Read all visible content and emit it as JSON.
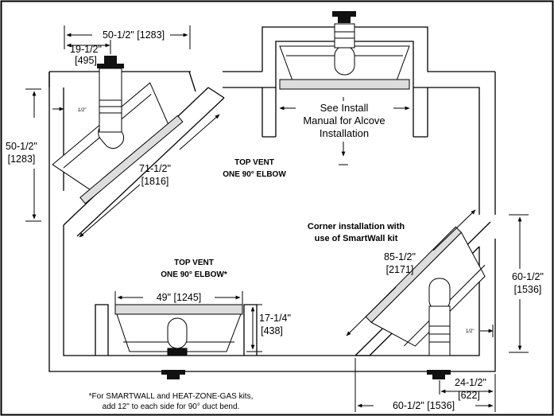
{
  "diagram": {
    "dimensions": {
      "left_top_width": "50-1/2\" [1283]",
      "left_top_offset_line1": "19-1/2\"",
      "left_top_offset_line2": "[495]",
      "left_small_gap": "1/2\"",
      "left_height_line1": "50-1/2\"",
      "left_height_line2": "[1283]",
      "left_diag_line1": "71-1/2\"",
      "left_diag_line2": "[1816]",
      "bottom_width": "49\" [1245]",
      "bottom_depth_line1": "17-1/4\"",
      "bottom_depth_line2": "[438]",
      "right_diag_line1": "85-1/2\"",
      "right_diag_line2": "[2171]",
      "right_height_line1": "60-1/2\"",
      "right_height_line2": "[1536]",
      "right_small_gap": "1/2\"",
      "right_offset_line1": "24-1/2\"",
      "right_offset_line2": "[622]",
      "right_bottom_width": "60-1/2\" [1536]"
    },
    "alcove_note": [
      "See Install",
      "Manual for Alcove",
      "Installation"
    ],
    "top_vent_label_1": [
      "TOP VENT",
      "ONE 90° ELBOW"
    ],
    "top_vent_label_2": [
      "TOP VENT",
      "ONE 90° ELBOW*"
    ],
    "corner_note": [
      "Corner installation with",
      "use of SmartWall kit"
    ],
    "footnote": [
      "*For SMARTWALL and HEAT-ZONE-GAS kits,",
      "add 12\" to each side for 90° duct bend."
    ]
  }
}
